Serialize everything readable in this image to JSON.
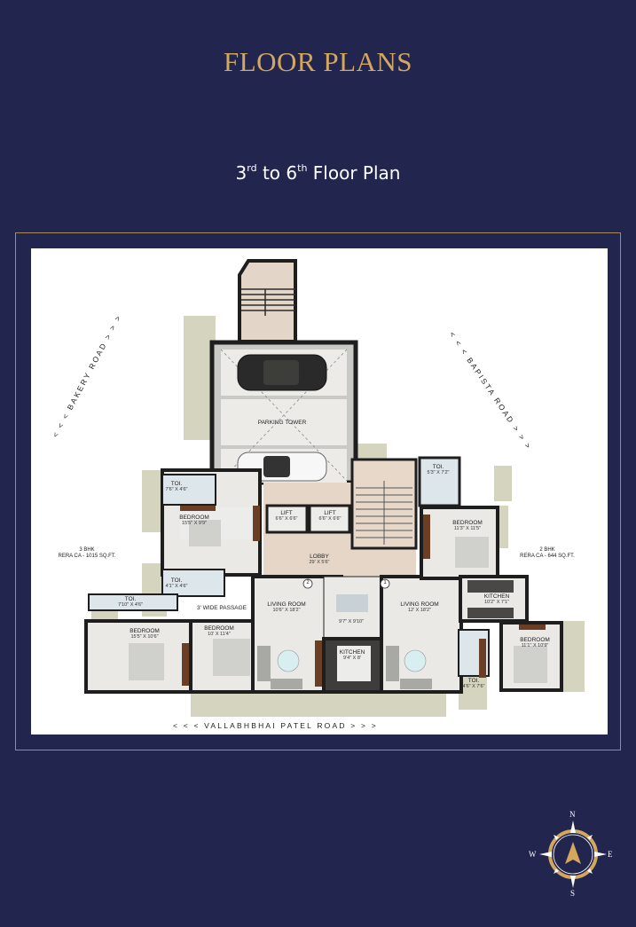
{
  "header": {
    "title": "FLOOR PLANS",
    "subtitle_parts": {
      "a": "3",
      "a_sup": "rd",
      "b": " to 6",
      "b_sup": "th",
      "c": " Floor Plan"
    }
  },
  "colors": {
    "background": "#22264f",
    "title_gold": "#d4a75c",
    "frame_border": "#a88a62",
    "wall": "#1e1e1e",
    "balcony": "#d5d4bf",
    "marble": "#ece9e4",
    "lobby": "#e6d6c8",
    "wood": "#6b3f25"
  },
  "roads": {
    "left": "< < < BAKERY  ROAD > > >",
    "right": "< < < BAPISTA  ROAD > > >",
    "bottom": "< < < VALLABHBHAI  PATEL  ROAD > > >"
  },
  "units": {
    "left": {
      "type": "3 BHK",
      "area": "RERA CA - 1015 SQ.FT."
    },
    "right": {
      "type": "2 BHK",
      "area": "RERA CA - 644 SQ.FT."
    }
  },
  "rooms": [
    {
      "name": "PARKING TOWER",
      "dim": ""
    },
    {
      "name": "LIFT",
      "dim": "6'6\" X 6'6\""
    },
    {
      "name": "LIFT",
      "dim": "6'6\" X 6'6\""
    },
    {
      "name": "LOBBY",
      "dim": "29' X 5'6\""
    },
    {
      "name": "TOI.",
      "dim": "7'6\" X 4'6\""
    },
    {
      "name": "BEDROOM",
      "dim": "15'5\" X 9'9\""
    },
    {
      "name": "TOI.",
      "dim": "4'1\" X 4'6\""
    },
    {
      "name": "TOI.",
      "dim": "7'10\" X 4'6\""
    },
    {
      "name": "3' WIDE PASSAGE",
      "dim": ""
    },
    {
      "name": "BEDROOM",
      "dim": "15'5\" X 10'6\""
    },
    {
      "name": "BEDROOM",
      "dim": "10' X 11'4\""
    },
    {
      "name": "LIVING ROOM",
      "dim": "10'6\" X 18'2\""
    },
    {
      "name": "",
      "dim": "9'7\" X 9'10\""
    },
    {
      "name": "KITCHEN",
      "dim": "9'4\" X 8'"
    },
    {
      "name": "LIVING ROOM",
      "dim": "12' X 18'2\""
    },
    {
      "name": "TOI.",
      "dim": "5'3\" X 7'2\""
    },
    {
      "name": "BEDROOM",
      "dim": "11'3\" X 11'5\""
    },
    {
      "name": "KITCHEN",
      "dim": "10'2\" X 7'1\""
    },
    {
      "name": "BEDROOM",
      "dim": "11'1\" X 10'9\""
    },
    {
      "name": "TOI.",
      "dim": "4'6\" X 7'6\""
    }
  ],
  "flat_markers": {
    "one": "1",
    "two": "2"
  },
  "compass": {
    "n": "N",
    "s": "S",
    "e": "E",
    "w": "W"
  }
}
